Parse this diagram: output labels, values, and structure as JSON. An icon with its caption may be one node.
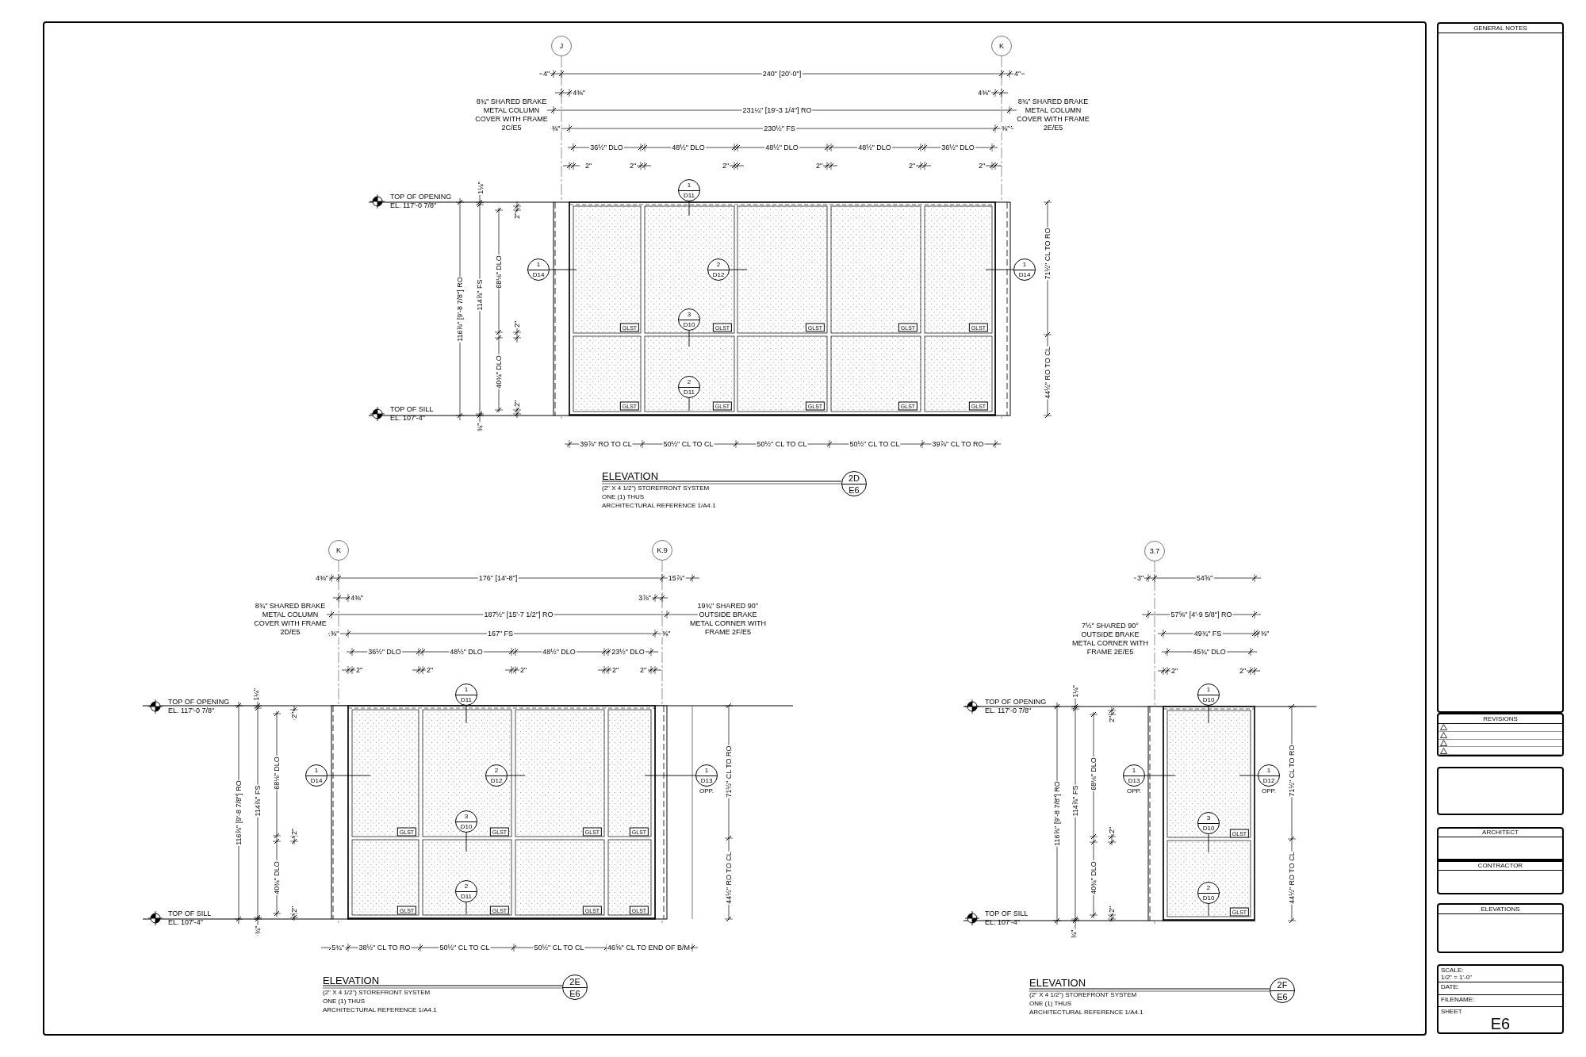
{
  "diagram": {
    "nodes": [
      {
        "text": [
          "J"
        ]
      },
      {
        "text": [
          "K"
        ]
      },
      {
        "text": [
          "K"
        ]
      },
      {
        "text": [
          "K.9"
        ]
      },
      {
        "text": [
          "3.7"
        ]
      },
      {
        "text": [
          "1",
          "D11"
        ]
      },
      {
        "text": [
          "1",
          "D14"
        ]
      },
      {
        "text": [
          "2",
          "D12"
        ]
      },
      {
        "text": [
          "1",
          "D14"
        ]
      },
      {
        "text": [
          "3",
          "D10"
        ]
      },
      {
        "text": [
          "2",
          "D11"
        ]
      },
      {
        "text": [
          "GLST"
        ]
      },
      {
        "text": [
          "GLST"
        ]
      },
      {
        "text": [
          "GLST"
        ]
      },
      {
        "text": [
          "GLST"
        ]
      },
      {
        "text": [
          "GLST"
        ]
      },
      {
        "text": [
          "GLST"
        ]
      },
      {
        "text": [
          "GLST"
        ]
      },
      {
        "text": [
          "GLST"
        ]
      },
      {
        "text": [
          "GLST"
        ]
      },
      {
        "text": [
          "GLST"
        ]
      },
      {
        "text": [
          "2D",
          "E6"
        ]
      },
      {
        "text": [
          "1",
          "D11"
        ]
      },
      {
        "text": [
          "1",
          "D14"
        ]
      },
      {
        "text": [
          "2",
          "D12"
        ]
      },
      {
        "text": [
          "1",
          "D13"
        ],
        "beside": [
          "OPP."
        ]
      },
      {
        "text": [
          "3",
          "D10"
        ]
      },
      {
        "text": [
          "2",
          "D11"
        ]
      },
      {
        "text": [
          "GLST"
        ]
      },
      {
        "text": [
          "GLST"
        ]
      },
      {
        "text": [
          "GLST"
        ]
      },
      {
        "text": [
          "GLST"
        ]
      },
      {
        "text": [
          "GLST"
        ]
      },
      {
        "text": [
          "GLST"
        ]
      },
      {
        "text": [
          "GLST"
        ]
      },
      {
        "text": [
          "GLST"
        ]
      },
      {
        "text": [
          "2E",
          "E6"
        ]
      },
      {
        "text": [
          "1",
          "D10"
        ]
      },
      {
        "text": [
          "1",
          "D13"
        ],
        "beside": [
          "OPP."
        ]
      },
      {
        "text": [
          "1",
          "D12"
        ],
        "beside": [
          "OPP."
        ]
      },
      {
        "text": [
          "3",
          "D10"
        ]
      },
      {
        "text": [
          "2",
          "D10"
        ]
      },
      {
        "text": [
          "GLST"
        ]
      },
      {
        "text": [
          "GLST"
        ]
      },
      {
        "text": [
          "2F",
          "E6"
        ]
      },
      {
        "text": [
          "GENERAL NOTES"
        ]
      },
      {
        "text": [
          "REVISIONS"
        ]
      },
      {
        "text": [],
        "shape": "box"
      },
      {
        "text": [
          "ARCHITECT"
        ]
      },
      {
        "text": [
          "CONTRACTOR"
        ]
      },
      {
        "text": [
          "ELEVATIONS"
        ]
      },
      {
        "text": [
          "SCALE:",
          "1/2\" = 1'-0\"",
          "DATE:",
          "FILENAME:",
          "SHEET",
          "E6"
        ]
      }
    ],
    "edges": [
      {
        "from": 5,
        "to": null,
        "arrow": "none"
      },
      {
        "from": 6,
        "to": null,
        "arrow": "none"
      },
      {
        "from": 7,
        "to": null,
        "arrow": "none"
      },
      {
        "from": 8,
        "to": null,
        "arrow": "none"
      },
      {
        "from": 9,
        "to": null,
        "arrow": "none"
      },
      {
        "from": 10,
        "to": null,
        "arrow": "none"
      },
      {
        "from": 22,
        "to": null,
        "arrow": "none"
      },
      {
        "from": 23,
        "to": null,
        "arrow": "none"
      },
      {
        "from": 24,
        "to": null,
        "arrow": "none"
      },
      {
        "from": 25,
        "to": null,
        "arrow": "none"
      },
      {
        "from": 26,
        "to": null,
        "arrow": "none"
      },
      {
        "from": 27,
        "to": null,
        "arrow": "none"
      },
      {
        "from": 37,
        "to": null,
        "arrow": "none"
      },
      {
        "from": 38,
        "to": null,
        "arrow": "none"
      },
      {
        "from": 39,
        "to": null,
        "arrow": "none"
      },
      {
        "from": 40,
        "to": null,
        "arrow": "none"
      },
      {
        "from": 41,
        "to": null,
        "arrow": "none"
      }
    ],
    "labels": [
      "4\"",
      "240\" [20'-0\"]",
      "4\"",
      "4⅜\"",
      "4⅜\"",
      "8¾\" SHARED BRAKE METAL COLUMN COVER WITH FRAME 2C/E5",
      "8¾\" SHARED BRAKE METAL COLUMN COVER WITH FRAME 2E/E5",
      "231¼\" [19'-3 1/4\"] RO",
      "⅜\"",
      "230½\" FS",
      "⅜\"",
      "36½\" DLO",
      "48½\" DLO",
      "48½\" DLO",
      "48½\" DLO",
      "36½\" DLO",
      "2\"",
      "2\"",
      "2\"",
      "2\"",
      "2\"",
      "2\"",
      "TOP OF OPENING EL. 117'-0 7/8\"",
      "1¼\"",
      "2\"",
      "116⅞\" [9'-8 7/8\"] RO",
      "114⅞\" FS",
      "68⅛\" DLO",
      "71½\" CL TO RO",
      "2\"",
      "40¾\" DLO",
      "44½\" RO TO CL",
      "2\"",
      "TOP OF SILL EL. 107'-4\"",
      "¾\"",
      "39⅞\" RO TO CL",
      "50½\" CL TO CL",
      "50½\" CL TO CL",
      "50½\" CL TO CL",
      "39⅞\" CL TO RO",
      "ELEVATION",
      "(2\" X 4 1/2\") STOREFRONT SYSTEM",
      "ONE (1) THUS",
      "ARCHITECTURAL REFERENCE 1/A4.1",
      "4⅜\"",
      "176\" [14'-8\"]",
      "15⅞\"",
      "4⅜\"",
      "3⅞\"",
      "8¾\" SHARED BRAKE METAL COLUMN COVER WITH FRAME 2D/E5",
      "19¾\" SHARED 90° OUTSIDE BRAKE METAL CORNER WITH FRAME 2F/E5",
      "187½\" [15'-7 1/2\"] RO",
      "⅜\"",
      "167\" FS",
      "⅜\"",
      "36½\" DLO",
      "48½\" DLO",
      "48½\" DLO",
      "23½\" DLO",
      "2\"",
      "2\"",
      "2\"",
      "2\"",
      "2\"",
      "TOP OF OPENING EL. 117'-0 7/8\"",
      "1¼\"",
      "2\"",
      "116⅞\" [9'-8 7/8\"] RO",
      "114⅞\" FS",
      "68⅛\" DLO",
      "71½\" CL TO RO",
      "2\"",
      "40¾\" DLO",
      "44½\" RO TO CL",
      "2\"",
      "TOP OF SILL EL. 107'-4\"",
      "¾\"",
      "5¾\"",
      "38½\" CL TO RO",
      "50½\" CL TO CL",
      "50½\" CL TO CL",
      "46⅝\" CL TO END OF B/M",
      "ELEVATION",
      "(2\" X 4 1/2\") STOREFRONT SYSTEM",
      "ONE (1) THUS",
      "ARCHITECTURAL REFERENCE 1/A4.1",
      "3\"",
      "54⅝\"",
      "57⅝\" [4'-9 5/8\"] RO",
      "7½\" SHARED 90° OUTSIDE BRAKE METAL CORNER WITH FRAME 2E/E5",
      "49¾\" FS",
      "⅜\"",
      "45¾\" DLO",
      "2\"",
      "2\"",
      "TOP OF OPENING EL. 117'-0 7/8\"",
      "1¼\"",
      "2\"",
      "116⅞\" [9'-8 7/8\"] RO",
      "114⅞\" FS",
      "68⅛\" DLO",
      "71½\" CL TO RO",
      "2\"",
      "40¾\" DLO",
      "44½\" RO TO CL",
      "2\"",
      "TOP OF SILL EL. 107'-4\"",
      "¾\"",
      "ELEVATION",
      "(2\" X 4 1/2\") STOREFRONT SYSTEM",
      "ONE (1) THUS",
      "ARCHITECTURAL REFERENCE 1/A4.1"
    ]
  }
}
